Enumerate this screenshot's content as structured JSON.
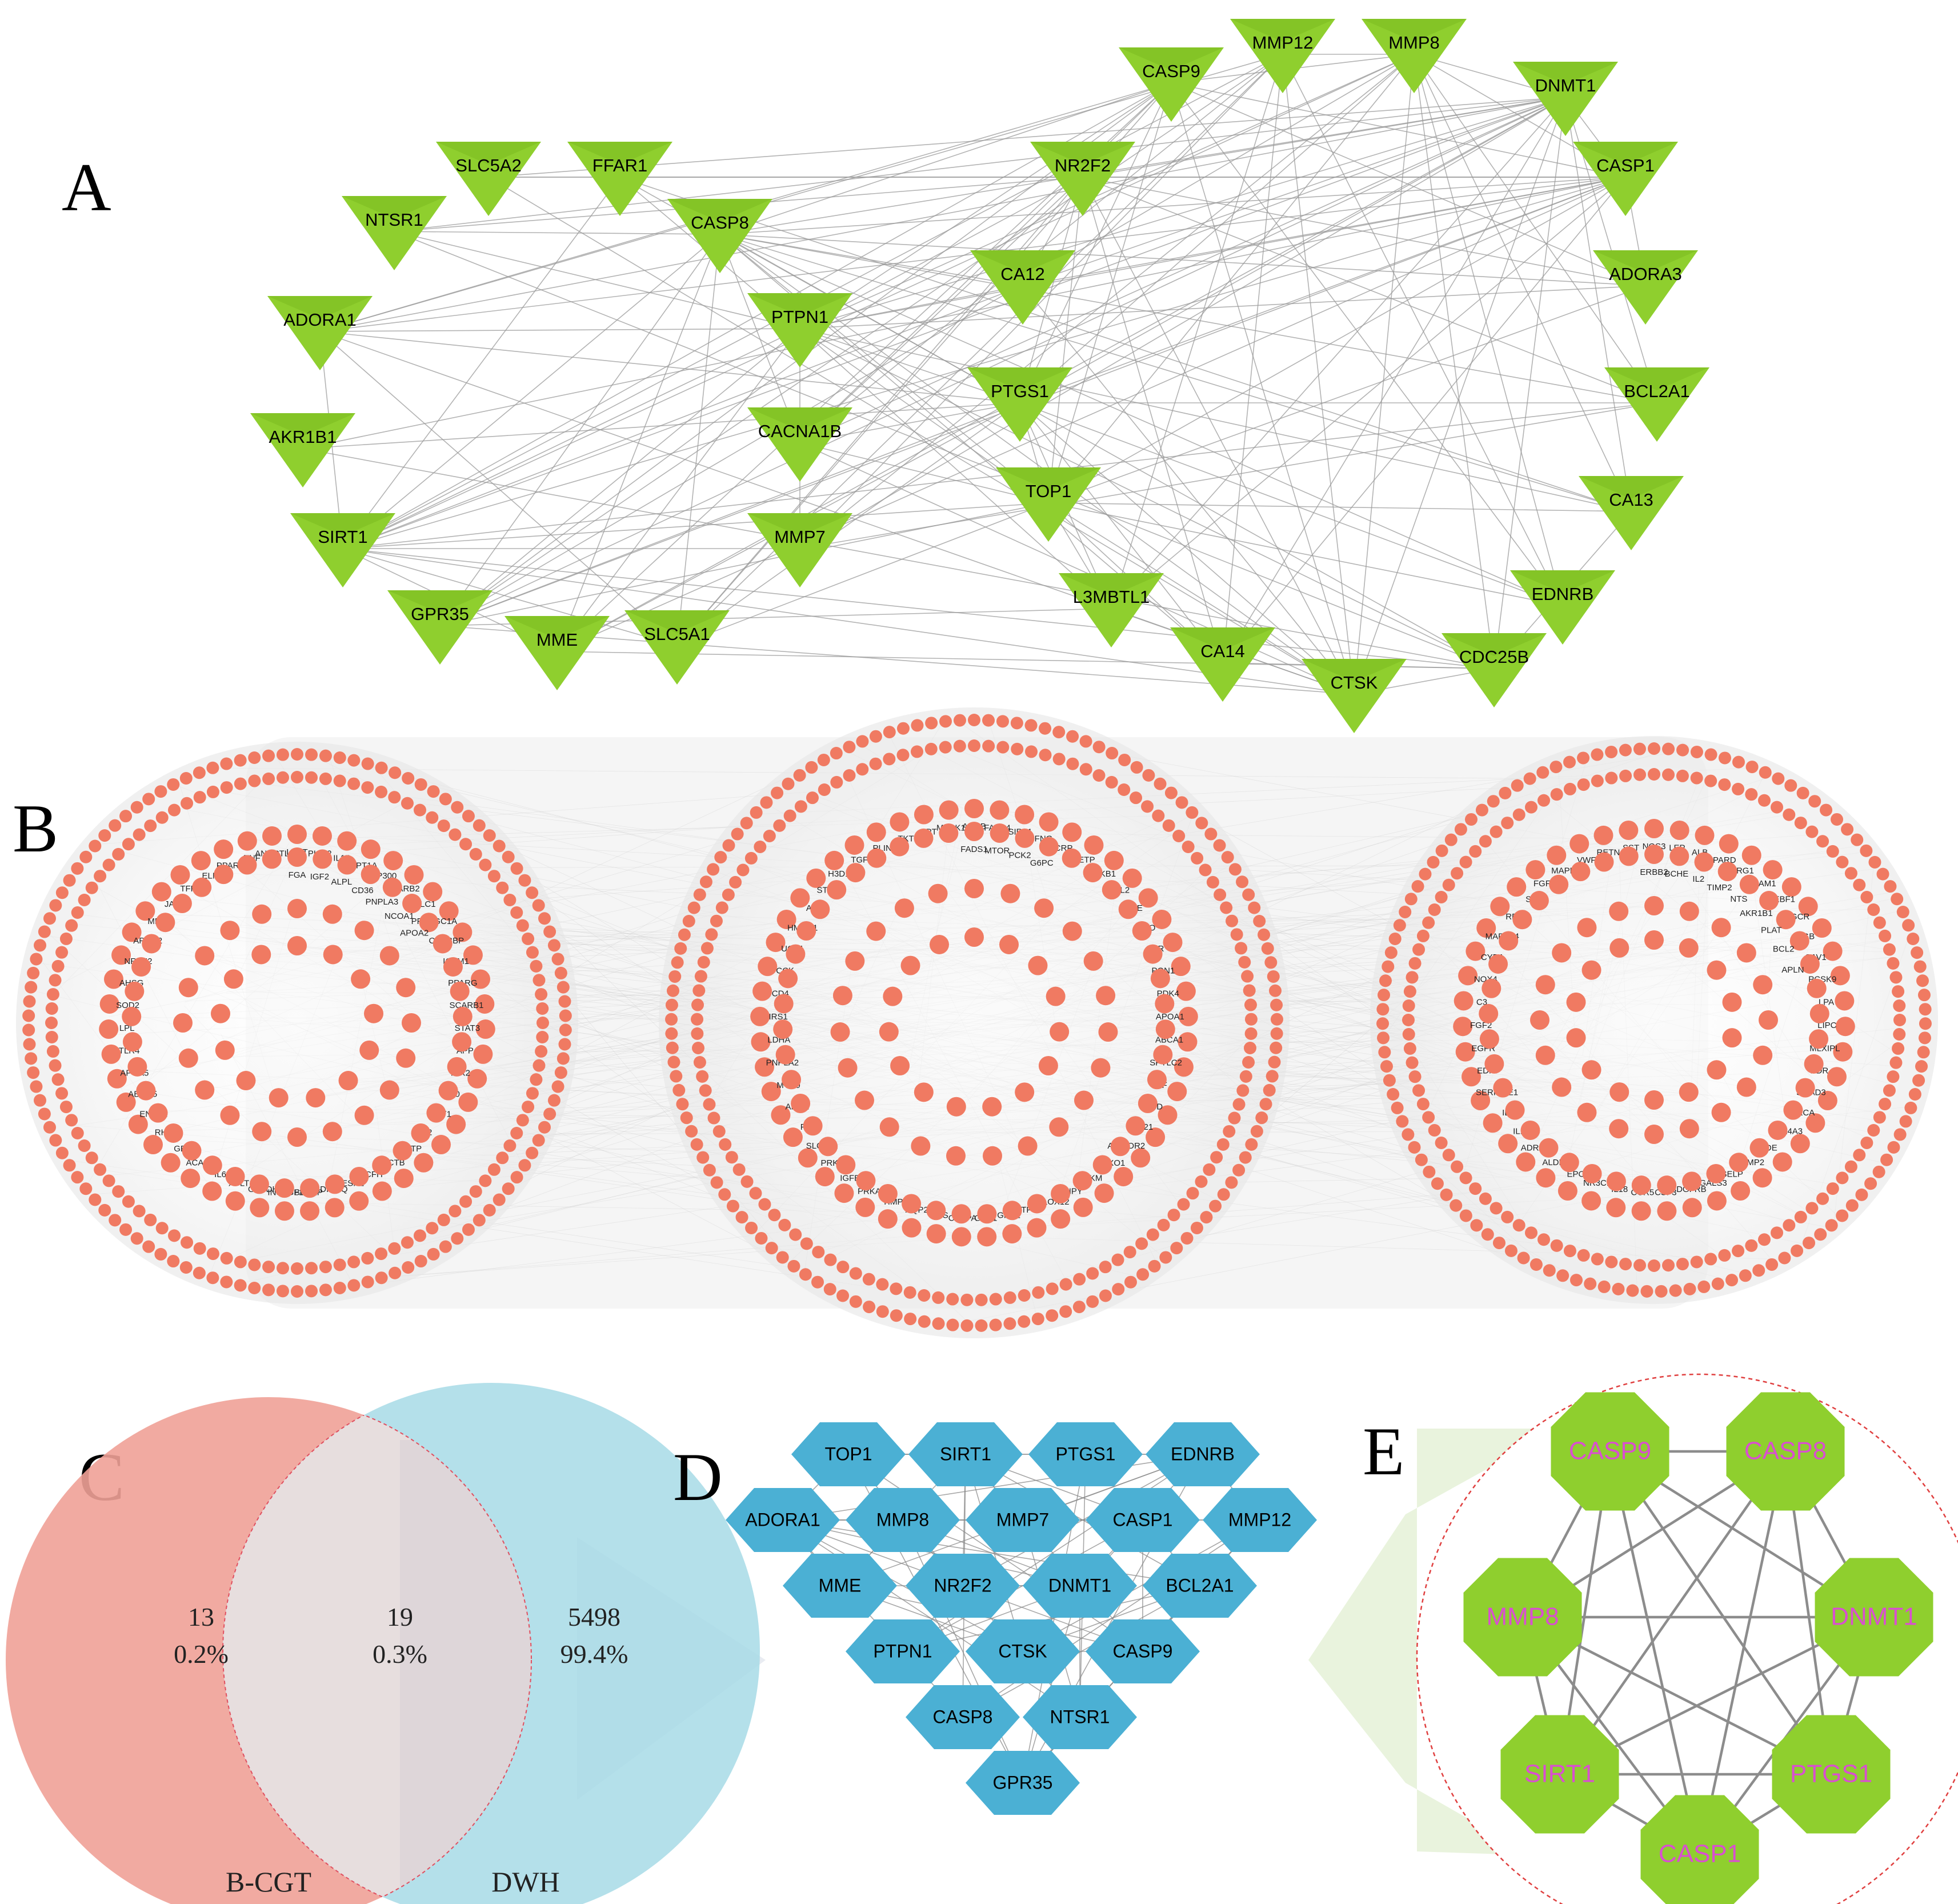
{
  "panel_labels": {
    "a": "A",
    "b": "B",
    "c": "C",
    "d": "D",
    "e": "E"
  },
  "colors": {
    "triangle": "#8fcf2e",
    "ring_node": "#f07a62",
    "hex": "#4bb0d4",
    "octagon": "#8fcf2e",
    "octagon_label": "#d94fd0",
    "edge": "#9a9a9a",
    "venn_left": "#f0a197",
    "venn_right": "#a7dbe6"
  },
  "network_a": {
    "nodes": [
      "CASP9",
      "MMP12",
      "MMP8",
      "DNMT1",
      "CASP1",
      "ADORA3",
      "BCL2A1",
      "CA13",
      "EDNRB",
      "CDC25B",
      "CTSK",
      "CA14",
      "L3MBTL1",
      "TOP1",
      "PTGS1",
      "CA12",
      "NR2F2",
      "CASP8",
      "PTPN1",
      "CACNA1B",
      "MMP7",
      "FFAR1",
      "SLC5A2",
      "NTSR1",
      "ADORA1",
      "AKR1B1",
      "SIRT1",
      "GPR35",
      "MME",
      "SLC5A1"
    ]
  },
  "network_b": {
    "ring1_labels": [
      "LCAT",
      "PLIN2",
      "IL1B",
      "CPT1A",
      "EP300",
      "SCARB2",
      "SPTLC1",
      "PPARGC1A",
      "CREBBP",
      "ICAM1",
      "PPARG",
      "SCARB1",
      "STAT3",
      "APP",
      "TLR2",
      "IL10",
      "AKT1",
      "F2",
      "PLTP",
      "ACTB",
      "CFH",
      "ESR1",
      "ADIPOQ",
      "BGLAP",
      "INS-IGF2",
      "GAPDH",
      "XYLT1",
      "IL6",
      "ACACA",
      "GBA",
      "RHOA",
      "ENPP1",
      "ABCG5",
      "APOA5",
      "TLR4",
      "LPL",
      "SOD2",
      "AHSG",
      "NR1H2",
      "APOC2",
      "MMP9",
      "JAK2",
      "TFRC",
      "ELN",
      "PPARA",
      "TNF",
      "ANGPTL3",
      "FGA",
      "IGF2",
      "ALPL",
      "CD36",
      "PNPLA3",
      "NCOA1",
      "APOA2"
    ],
    "ring2_labels": [
      "APOB",
      "FABP4",
      "SIRT1",
      "IFNG",
      "CRP",
      "CETP",
      "NFKB1",
      "CCL2",
      "LIPE",
      "MPO",
      "TTR",
      "PON1",
      "PDK4",
      "APOA1",
      "ABCA1",
      "SPTLC2",
      "MIF",
      "G6PD",
      "FGF21",
      "ADIPOR2",
      "FOXO1",
      "PKM",
      "NPY",
      "ALOX12",
      "TP53",
      "GPC2",
      "GYS1",
      "CEBPA",
      "CBS",
      "AQP2",
      "TIMP1",
      "PRKAA1",
      "IGFBP2",
      "PRKAA2",
      "SLC2A1",
      "FAP",
      "APOE",
      "MYH9",
      "PNPLA2",
      "LDHA",
      "IRS1",
      "CD4",
      "CCK",
      "UCP1",
      "HMOX1",
      "ACE",
      "STK11",
      "H3D11B1",
      "TGFB1",
      "PLIN1",
      "TKT",
      "GPT",
      "MAPK1",
      "FADS1",
      "MTOR",
      "PCK2",
      "G6PC"
    ],
    "ring3_labels": [
      "NOS3",
      "LEP",
      "ALB",
      "PPARD",
      "ARG1",
      "VCAM1",
      "SREBF1",
      "HMGCR",
      "FGB",
      "CAV1",
      "PCSK9",
      "LPA",
      "LIPC",
      "MLXIPL",
      "KDR",
      "SMAD3",
      "PRKCA",
      "COL4A3",
      "IDE",
      "MMP2",
      "SELP",
      "LGALS3",
      "PDGFRB",
      "CSF3",
      "CCR5",
      "IL18",
      "NR3C1",
      "EPO",
      "ALDH2",
      "ADRA2A",
      "IL1A",
      "IL4",
      "SERPINE1",
      "EDNF",
      "EGFR",
      "FGF2",
      "C3",
      "NOX4",
      "CYBA",
      "MAPK14",
      "REN",
      "SI",
      "FGF23",
      "MAPK3",
      "VWF",
      "RETN",
      "SST",
      "ERBB2",
      "BCHE",
      "IL2",
      "TIMP2",
      "NTS",
      "AKR1B1",
      "PLAT",
      "BCL2",
      "APLN"
    ]
  },
  "venn": {
    "left_only_count": "13",
    "left_only_pct": "0.2%",
    "overlap_count": "19",
    "overlap_pct": "0.3%",
    "right_only_count": "5498",
    "right_only_pct": "99.4%",
    "left_set": "B-CGT",
    "right_set": "DWH"
  },
  "network_d": {
    "nodes": [
      "TOP1",
      "SIRT1",
      "PTGS1",
      "EDNRB",
      "ADORA1",
      "MMP8",
      "MMP7",
      "CASP1",
      "MMP12",
      "MME",
      "NR2F2",
      "DNMT1",
      "BCL2A1",
      "PTPN1",
      "CTSK",
      "CASP9",
      "CASP8",
      "NTSR1",
      "GPR35"
    ]
  },
  "network_e": {
    "nodes": [
      "CASP9",
      "CASP8",
      "DNMT1",
      "PTGS1",
      "CASP1",
      "SIRT1",
      "MMP8"
    ]
  }
}
